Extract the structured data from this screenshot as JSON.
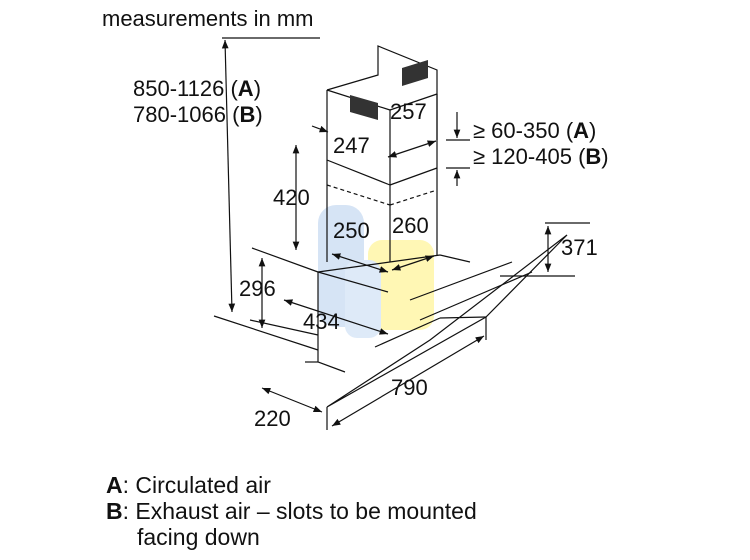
{
  "header": "measurements in mm",
  "height_total": {
    "a_range": "850-1126",
    "a_key": "A",
    "b_range": "780-1066",
    "b_key": "B"
  },
  "dims": {
    "chimney_top_depth": "257",
    "chimney_top_width": "247",
    "chimney_lower_height": "420",
    "chimney_width": "250",
    "chimney_depth": "260",
    "body_height": "296",
    "body_width": "434",
    "glass_height": "371",
    "glass_width": "790",
    "depth": "220",
    "gap_a": "≥ 60-350",
    "gap_a_key": "A",
    "gap_b": "≥ 120-405",
    "gap_b_key": "B"
  },
  "legend": {
    "a_key": "A",
    "a_text": ": Circulated air",
    "b_key": "B",
    "b_text": ": Exhaust air – slots to be mounted",
    "b_cont": "facing down"
  },
  "colors": {
    "line": "#111111",
    "slot": "#333333",
    "watermark_blue": "#cfe0f4",
    "watermark_yellow": "#fff6a8"
  }
}
